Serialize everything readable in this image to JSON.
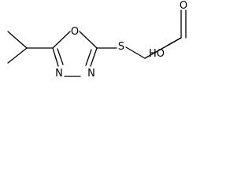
{
  "molecule": {
    "atoms": {
      "ring_oxygen": "O",
      "ring_nitrogen_1": "N",
      "ring_nitrogen_2": "N",
      "thioether_sulfur": "S",
      "carbonyl_oxygen": "O",
      "hydroxyl": "HO"
    },
    "colors": {
      "bond": "#000000",
      "label": "#000000",
      "background": "#ffffff"
    }
  }
}
